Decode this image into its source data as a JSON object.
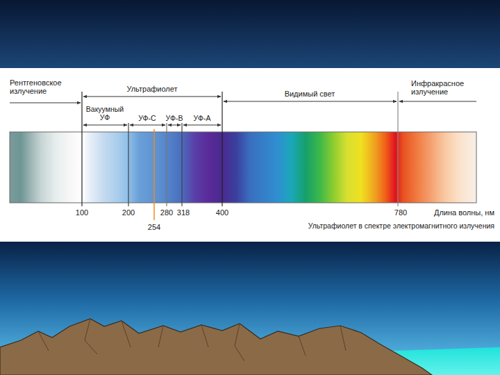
{
  "diagram": {
    "caption": "Ультрафиолет в спектре электромагнитного излучения",
    "labels": [
      "Рентгеновское излучение",
      "Ультрафиолет",
      "Видимый свет",
      "Инфракрасное излучение",
      "Вакуумный УФ",
      "УФ-С",
      "УФ-В",
      "УФ-А",
      "100",
      "200",
      "280",
      "318",
      "400",
      "780",
      "254",
      "Длина волны, нм"
    ]
  }
}
